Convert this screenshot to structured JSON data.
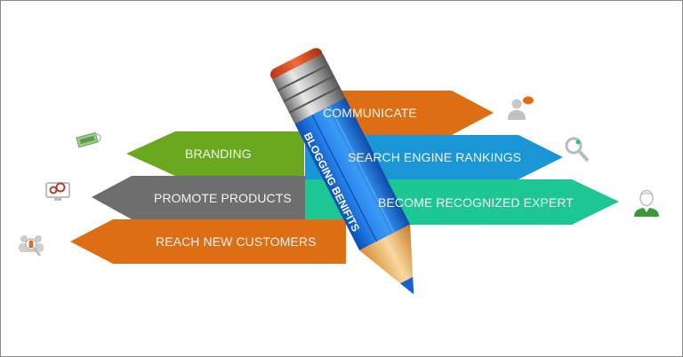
{
  "diagram": {
    "title": "BLOGGING BENIFITS",
    "colors": {
      "orange": "#dd6e14",
      "green": "#6aa81f",
      "blue": "#1a96d6",
      "gray": "#6e6e6e",
      "teal": "#1cc795",
      "pencil_blue": "#1e6fd6",
      "eraser_red": "#e24d1c"
    },
    "left_arrows": [
      {
        "label": "BRANDING",
        "color": "#6aa81f",
        "icon": "brand-tag-icon"
      },
      {
        "label": "PROMOTE PRODUCTS",
        "color": "#6e6e6e",
        "icon": "monitor-gears-icon"
      },
      {
        "label": "REACH NEW CUSTOMERS",
        "color": "#dd6e14",
        "icon": "customer-search-icon"
      }
    ],
    "right_arrows": [
      {
        "label": "COMMUNICATE",
        "color": "#dd6e14",
        "icon": "person-chat-icon"
      },
      {
        "label": "SEARCH ENGINE RANKINGS",
        "color": "#1a96d6",
        "icon": "magnifier-icon"
      },
      {
        "label": "BECOME RECOGNIZED EXPERT",
        "color": "#1cc795",
        "icon": "expert-user-icon"
      }
    ]
  }
}
